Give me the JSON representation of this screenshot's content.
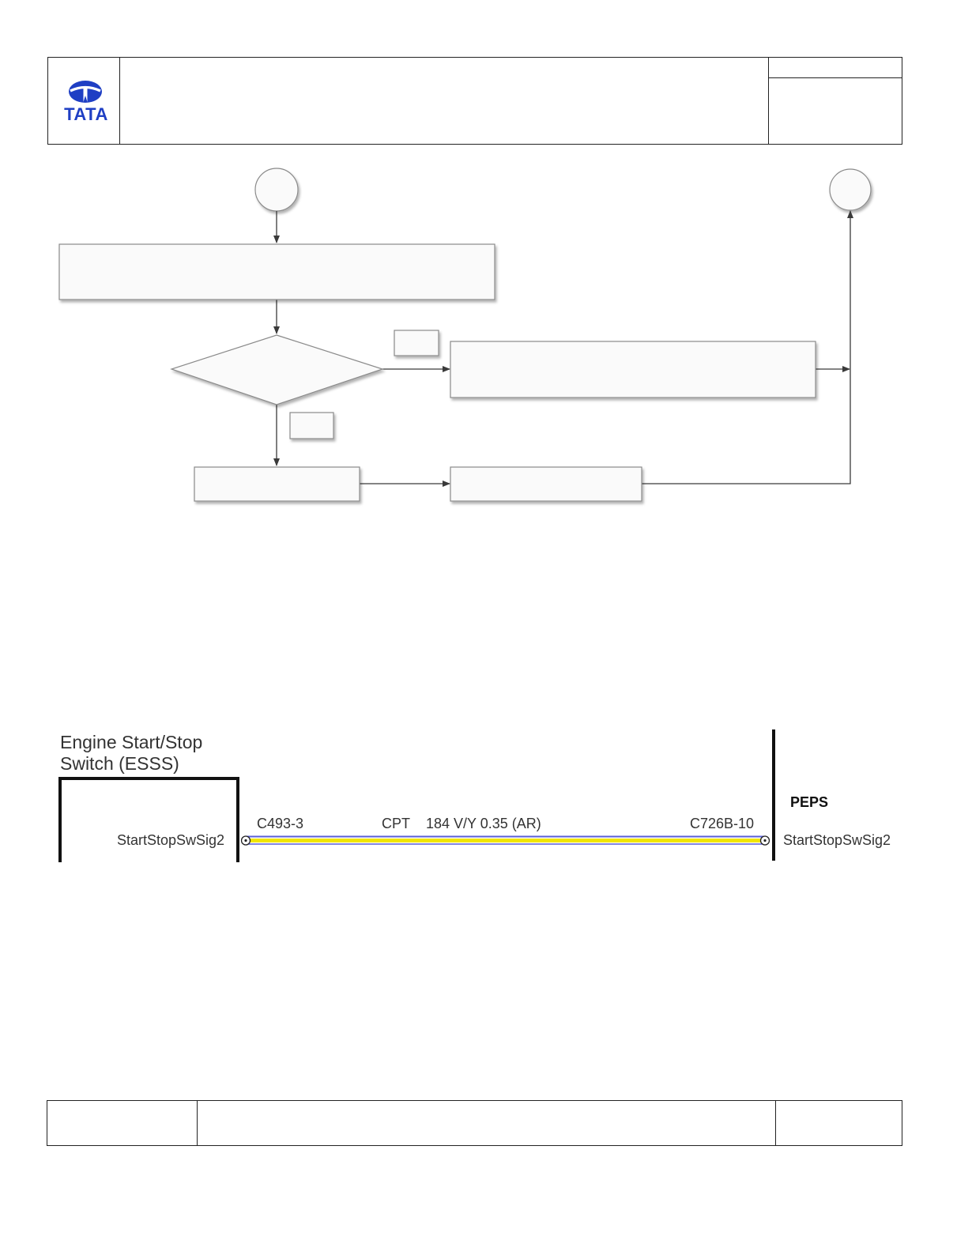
{
  "header": {
    "logo_icon": "tata-logo-icon",
    "logo_text": "TATA",
    "brand_color": "#1f3fc4",
    "title": "",
    "ref_top": "",
    "ref_bottom": ""
  },
  "flowchart": {
    "start_connector": "",
    "end_connector": "",
    "step_box_1": "",
    "decision": "",
    "yes_label": "",
    "no_label": "",
    "right_box": "",
    "bottom_left_box": "",
    "bottom_right_box": ""
  },
  "wiring": {
    "left_component": {
      "name_line1": "Engine Start/Stop",
      "name_line2": "Switch (ESSS)",
      "pin_signal": "StartStopSwSig2"
    },
    "right_component": {
      "name": "PEPS",
      "pin_signal": "StartStopSwSig2"
    },
    "wire": {
      "left_connector": "C493-3",
      "harness": "CPT",
      "spec": "184 V/Y 0.35 (AR)",
      "right_connector": "C726B-10",
      "color_primary": "#f2e600",
      "color_tracer": "#5a5fd6"
    }
  },
  "footer": {
    "left": "",
    "center": "",
    "right": ""
  }
}
